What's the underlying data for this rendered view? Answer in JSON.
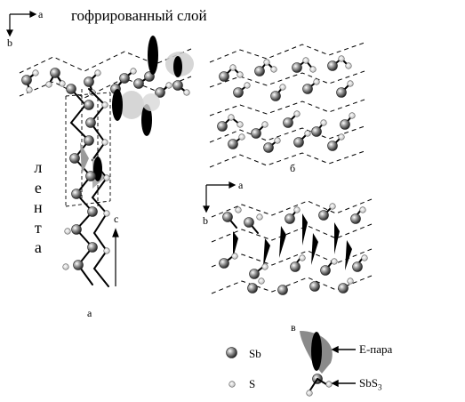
{
  "title": "гофрированный слой",
  "axes": {
    "top_left_a": "a",
    "top_left_b": "b",
    "chain_c": "c",
    "panel_v_a": "a",
    "panel_v_b": "b"
  },
  "lenta_letters": [
    "л",
    "е",
    "н",
    "т",
    "а"
  ],
  "panel_labels": {
    "a": "а",
    "b": "б",
    "v": "в"
  },
  "legend": {
    "sb": "Sb",
    "s": "S",
    "epair": "Е-пара",
    "sbs3": "SbS",
    "sbs3_sub": "3"
  }
}
